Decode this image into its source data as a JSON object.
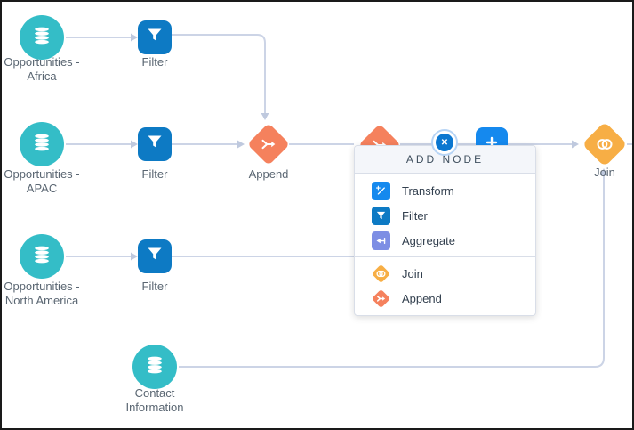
{
  "canvas": {
    "nodes": {
      "africa": {
        "label": "Opportunities -\nAfrica",
        "type": "dataset"
      },
      "filter1": {
        "label": "Filter",
        "type": "filter"
      },
      "apac": {
        "label": "Opportunities -\nAPAC",
        "type": "dataset"
      },
      "filter2": {
        "label": "Filter",
        "type": "filter"
      },
      "append1": {
        "label": "Append",
        "type": "append"
      },
      "na": {
        "label": "Opportunities -\nNorth America",
        "type": "dataset"
      },
      "filter3": {
        "label": "Filter",
        "type": "filter"
      },
      "join": {
        "label": "Join",
        "type": "join"
      },
      "contact": {
        "label": "Contact\nInformation",
        "type": "dataset"
      }
    }
  },
  "popup": {
    "title": "ADD NODE",
    "close_glyph": "✕",
    "items": [
      {
        "label": "Transform",
        "icon": "transform-icon",
        "color": "#1589ee"
      },
      {
        "label": "Filter",
        "icon": "filter-icon",
        "color": "#0d7ac4"
      },
      {
        "label": "Aggregate",
        "icon": "aggregate-icon",
        "color": "#7d8ee4"
      },
      {
        "label": "Join",
        "icon": "join-icon",
        "color": "#f7ae45"
      },
      {
        "label": "Append",
        "icon": "append-icon",
        "color": "#f5815d"
      }
    ]
  },
  "colors": {
    "dataset_teal": "#34bdc7",
    "filter_blue": "#0d7ac4",
    "append_coral": "#f5815d",
    "join_amber": "#f7ae45",
    "transform_blue": "#1589ee",
    "aggregate_periwinkle": "#7d8ee4",
    "edge_gray": "#ccd4e6"
  }
}
